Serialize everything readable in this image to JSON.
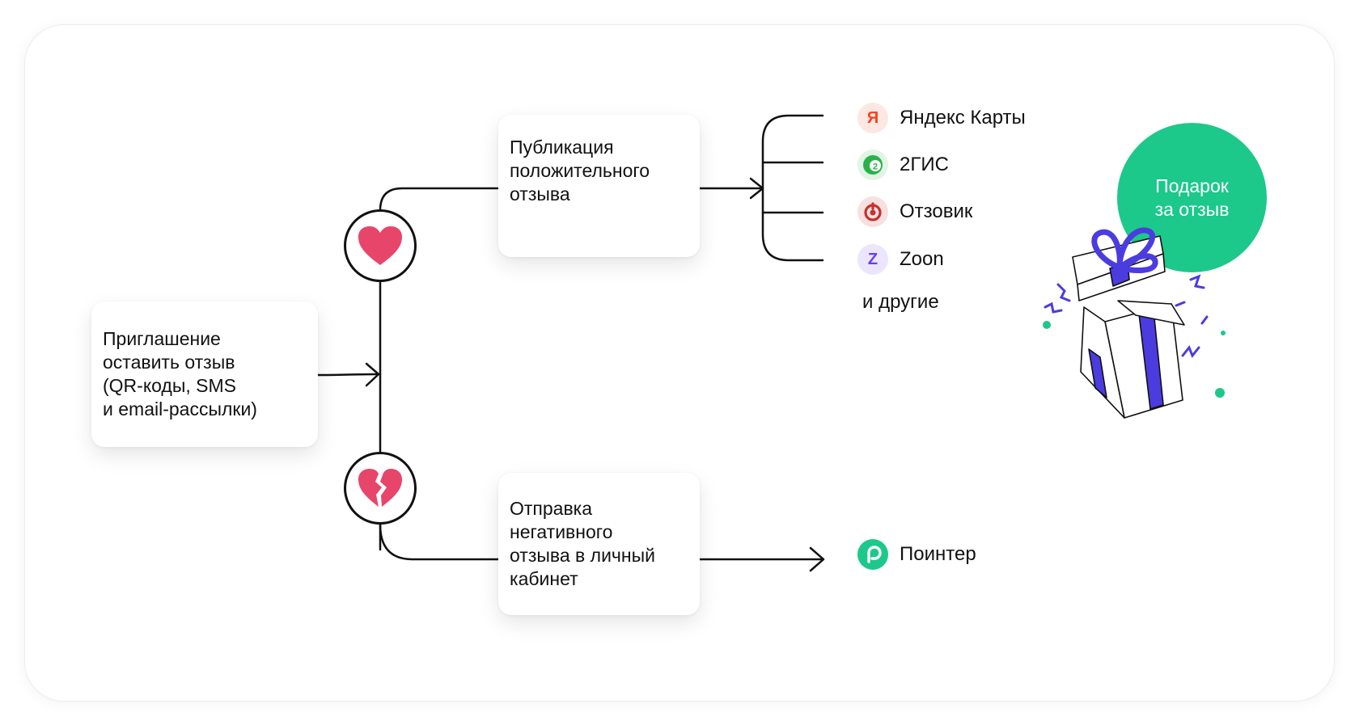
{
  "flow": {
    "invite_text": "Приглашение\nоставить отзыв\n(QR-коды, SMS\nи email-рассылки)",
    "positive_text": "Публикация\nположительного\nотзыва",
    "negative_text": "Отправка\nнегативного\nотзыва в личный\nкабинет"
  },
  "platforms": [
    {
      "name": "Яндекс Карты",
      "icon": "yandex-icon",
      "glyph": "Я",
      "color": "#fc3f1d",
      "bg": "#fde7e2"
    },
    {
      "name": "2ГИС",
      "icon": "2gis-icon",
      "glyph": "2",
      "color": "#29b24a",
      "bg": "#e2f4e5"
    },
    {
      "name": "Отзовик",
      "icon": "otzovik-icon",
      "glyph": "◉",
      "color": "#c9302c",
      "bg": "#f6e1e0"
    },
    {
      "name": "Zoon",
      "icon": "zoon-icon",
      "glyph": "Z",
      "color": "#6a3ef5",
      "bg": "#ebe5fd"
    }
  ],
  "others_text": "и другие",
  "negative_target": {
    "name": "Поинтер",
    "icon": "pointer-icon",
    "glyph": "P",
    "color": "#1cc88a"
  },
  "gift_badge_text": "Подарок\nза отзыв",
  "colors": {
    "line": "#111111",
    "heart": "#e8456b",
    "green": "#1cc88a",
    "gift_ribbon": "#4b3ce0"
  }
}
